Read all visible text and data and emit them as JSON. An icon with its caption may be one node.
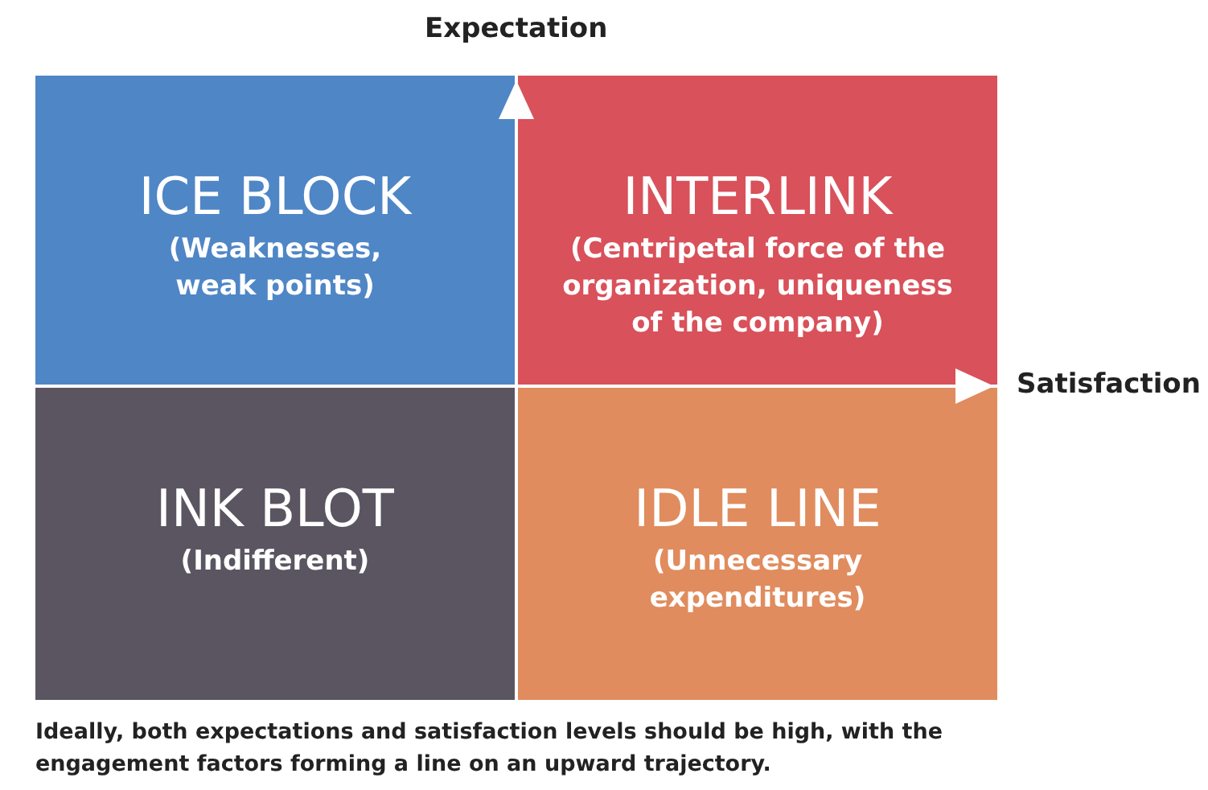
{
  "diagram": {
    "nodes": [
      {
        "text": [
          "ICE BLOCK",
          "(Weaknesses, weak points)"
        ]
      },
      {
        "text": [
          "INTERLINK",
          "(Centripetal force of the organization, uniqueness of the company)"
        ]
      },
      {
        "text": [
          "INK BLOT",
          "(Indifferent)"
        ]
      },
      {
        "text": [
          "IDLE LINE",
          "(Unnecessary expenditures)"
        ]
      }
    ],
    "edges": [],
    "labels": [
      "Expectation",
      "Satisfaction"
    ],
    "caption": "Ideally, both expectations and satisfaction levels should be high, with the engagement factors forming a line on an upward trajectory."
  }
}
